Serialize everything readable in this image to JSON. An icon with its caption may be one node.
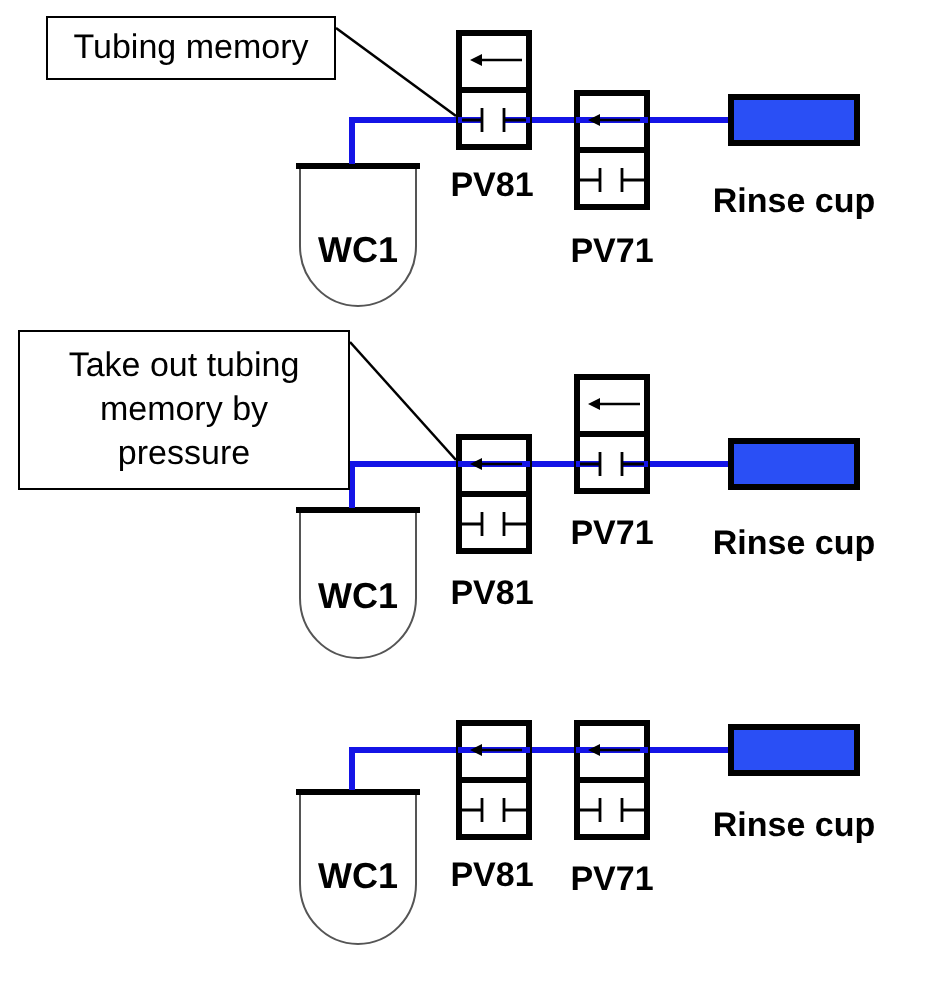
{
  "diagram": {
    "nodes": [
      {
        "text": [
          "Tubing memory"
        ]
      },
      {
        "text": [
          "WC1"
        ]
      },
      {
        "text": [],
        "shape": "box",
        "beside": [
          "PV81"
        ]
      },
      {
        "text": [],
        "shape": "box",
        "beside": [
          "PV71"
        ]
      },
      {
        "text": [],
        "shape": "box",
        "beside": [
          "Rinse cup"
        ]
      },
      {
        "text": [
          "Take out tubing memory by pressure"
        ]
      },
      {
        "text": [
          "WC1"
        ]
      },
      {
        "text": [],
        "shape": "box",
        "beside": [
          "PV81"
        ]
      },
      {
        "text": [],
        "shape": "box",
        "beside": [
          "PV71"
        ]
      },
      {
        "text": [],
        "shape": "box",
        "beside": [
          "Rinse cup"
        ]
      },
      {
        "text": [
          "WC1"
        ]
      },
      {
        "text": [],
        "shape": "box",
        "beside": [
          "PV81"
        ]
      },
      {
        "text": [],
        "shape": "box",
        "beside": [
          "PV71"
        ]
      },
      {
        "text": [],
        "shape": "box",
        "beside": [
          "Rinse cup"
        ]
      }
    ],
    "edges": [
      {
        "from": 0,
        "to": 2,
        "arrow": "none",
        "color": "#000000"
      },
      {
        "from": 4,
        "to": 3,
        "arrow": "none"
      },
      {
        "from": 3,
        "to": 2,
        "arrow": "none"
      },
      {
        "from": 2,
        "to": 1,
        "arrow": "none"
      },
      {
        "from": 5,
        "to": 7,
        "arrow": "none",
        "color": "#000000"
      },
      {
        "from": 9,
        "to": 8,
        "arrow": "none"
      },
      {
        "from": 8,
        "to": 7,
        "arrow": "none"
      },
      {
        "from": 7,
        "to": 6,
        "arrow": "none"
      },
      {
        "from": 13,
        "to": 12,
        "arrow": "none"
      },
      {
        "from": 12,
        "to": 11,
        "arrow": "none"
      },
      {
        "from": 11,
        "to": 10,
        "arrow": "none"
      }
    ]
  }
}
